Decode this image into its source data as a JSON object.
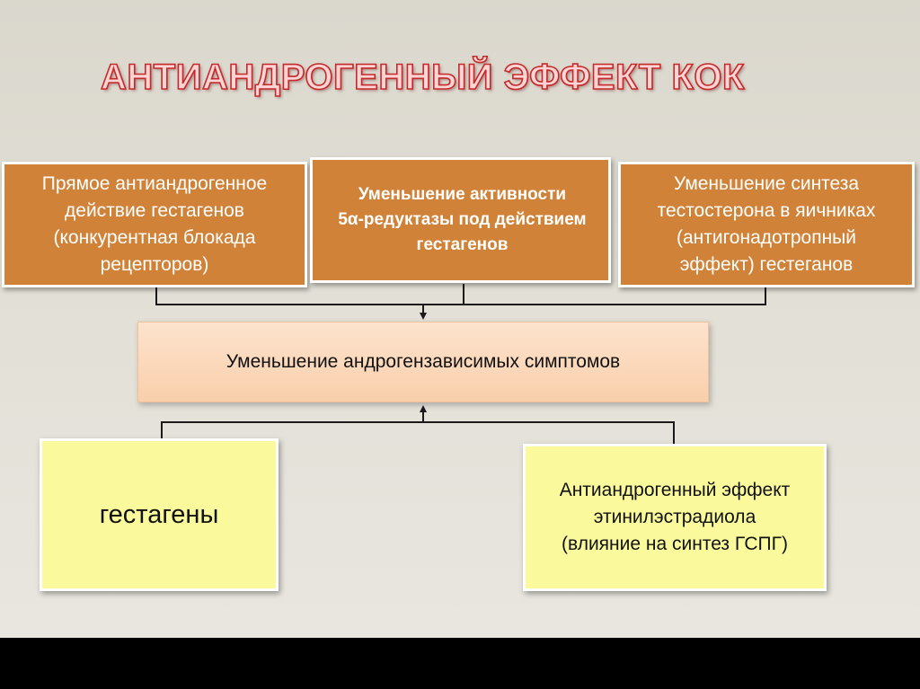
{
  "title": "АНТИАНДРОГЕННЫЙ ЭФФЕКТ КОК",
  "boxes": {
    "direct_action": "Прямое антиандрогенное\nдействие гестагенов\n(конкурентная блокада\nрецепторов)",
    "reductase_activity": "Уменьшение активности\n5α-редуктазы под действием\nгестагенов",
    "testosterone_synthesis": "Уменьшение синтеза\nтестостерона в яичниках\n(антигонадотропный\nэффект) гестеганов",
    "symptoms_reduction": "Уменьшение андрогензависимых симптомов",
    "gestagens": "гестагены",
    "ethinylestradiol": "Антиандрогенный эффект\nэтинилэстрадиола\n(влияние на синтез ГСПГ)"
  },
  "colors": {
    "orange_box": "#d08338",
    "peach_box": "#f9cfab",
    "yellow_box": "#fafa9c",
    "title_red": "#c42a2a",
    "connector": "#1a1a1a"
  }
}
